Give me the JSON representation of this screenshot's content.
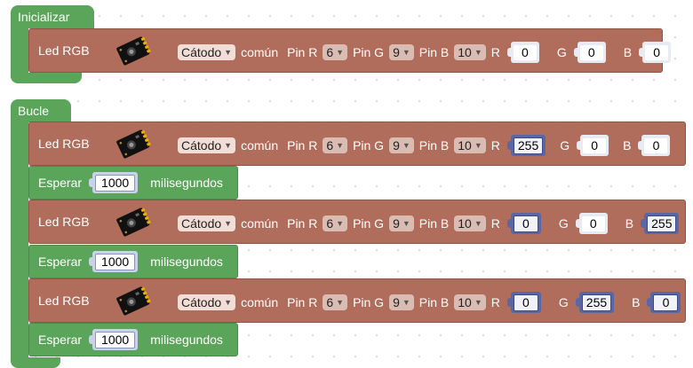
{
  "init_hat": {
    "label": "Inicializar"
  },
  "loop_hat": {
    "label": "Bucle"
  },
  "common": {
    "led_label": "Led RGB",
    "cathode": "Cátodo",
    "comun": "común",
    "pin_r": "Pin R",
    "pin_g": "Pin G",
    "pin_b": "Pin B",
    "r": "R",
    "g": "G",
    "b": "B",
    "wait_label": "Esperar",
    "ms_label": "milisegundos",
    "dropdown_arrow": "▼"
  },
  "init_led": {
    "pin_r": "6",
    "pin_g": "9",
    "pin_b": "10",
    "r": "0",
    "g": "0",
    "b": "0"
  },
  "loop": {
    "led1": {
      "pin_r": "6",
      "pin_g": "9",
      "pin_b": "10",
      "r": "255",
      "g": "0",
      "b": "0"
    },
    "wait1": {
      "ms": "1000"
    },
    "led2": {
      "pin_r": "6",
      "pin_g": "9",
      "pin_b": "10",
      "r": "0",
      "g": "0",
      "b": "255"
    },
    "wait2": {
      "ms": "1000"
    },
    "led3": {
      "pin_r": "6",
      "pin_g": "9",
      "pin_b": "10",
      "r": "0",
      "g": "255",
      "b": "0"
    },
    "wait3": {
      "ms": "1000"
    }
  },
  "colors": {
    "green": "#5ba55b",
    "brown": "#b16d5b",
    "value_blue": "#5b67a5"
  },
  "icons": {
    "module": "rgb-led-module-icon",
    "dropdown": "dropdown-arrow-icon"
  }
}
